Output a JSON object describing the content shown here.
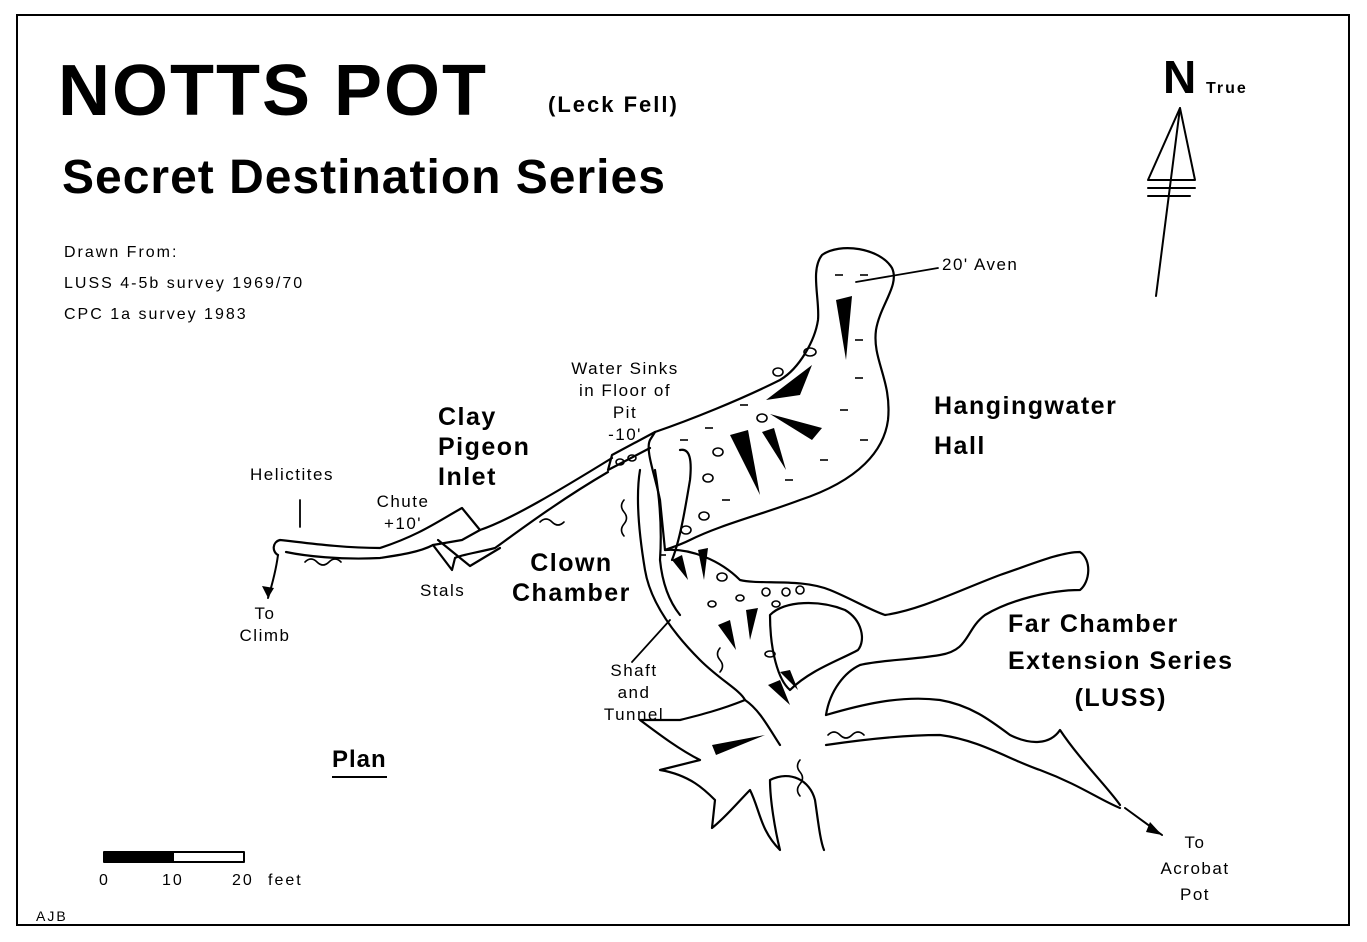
{
  "title": "NOTTS POT",
  "subtitle": "(Leck Fell)",
  "series_title": "Secret Destination Series",
  "sources": {
    "heading": "Drawn From:",
    "line1": "LUSS  4-5b survey  1969/70",
    "line2": "CPC   1a survey  1983"
  },
  "north": {
    "letter": "N",
    "label": "True"
  },
  "labels": {
    "aven": "20' Aven",
    "water_sinks_1": "Water Sinks",
    "water_sinks_2": "in Floor of",
    "water_sinks_3": "Pit",
    "water_sinks_4": "-10'",
    "clay_1": "Clay",
    "clay_2": "Pigeon",
    "clay_3": "Inlet",
    "hanging_1": "Hangingwater",
    "hanging_2": "Hall",
    "helictites": "Helictites",
    "chute_1": "Chute",
    "chute_2": "+10'",
    "stals": "Stals",
    "to_climb_1": "To",
    "to_climb_2": "Climb",
    "clown_1": "Clown",
    "clown_2": "Chamber",
    "shaft_1": "Shaft",
    "shaft_2": "and",
    "shaft_3": "Tunnel",
    "far_1": "Far Chamber",
    "far_2": "Extension Series",
    "far_3": "(LUSS)",
    "acrobat_1": "To",
    "acrobat_2": "Acrobat",
    "acrobat_3": "Pot",
    "plan": "Plan"
  },
  "scale": {
    "t0": "0",
    "t10": "10",
    "t20": "20",
    "unit": "feet"
  },
  "author": "AJB"
}
